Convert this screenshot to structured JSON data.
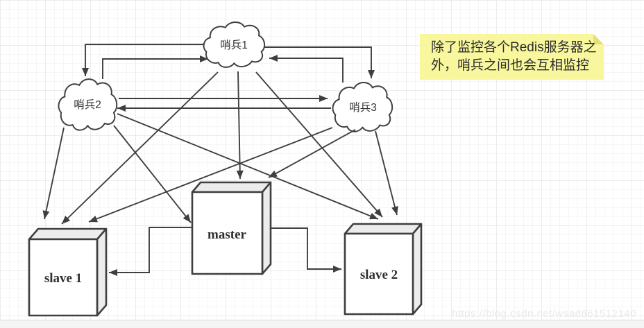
{
  "diagram": {
    "title_hint": "Redis sentinel monitoring topology",
    "nodes": {
      "sentinel1": {
        "label": "哨兵1",
        "type": "cloud"
      },
      "sentinel2": {
        "label": "哨兵2",
        "type": "cloud"
      },
      "sentinel3": {
        "label": "哨兵3",
        "type": "cloud"
      },
      "master": {
        "label": "master",
        "type": "server-box"
      },
      "slave1": {
        "label": "slave 1",
        "type": "server-box"
      },
      "slave2": {
        "label": "slave 2",
        "type": "server-box"
      }
    },
    "edges": [
      {
        "from": "sentinel1",
        "to": "sentinel2"
      },
      {
        "from": "sentinel2",
        "to": "sentinel1"
      },
      {
        "from": "sentinel1",
        "to": "sentinel3"
      },
      {
        "from": "sentinel3",
        "to": "sentinel1"
      },
      {
        "from": "sentinel2",
        "to": "sentinel3"
      },
      {
        "from": "sentinel3",
        "to": "sentinel2"
      },
      {
        "from": "sentinel1",
        "to": "slave1"
      },
      {
        "from": "sentinel1",
        "to": "master"
      },
      {
        "from": "sentinel1",
        "to": "slave2"
      },
      {
        "from": "sentinel2",
        "to": "slave1"
      },
      {
        "from": "sentinel2",
        "to": "master"
      },
      {
        "from": "sentinel2",
        "to": "slave2"
      },
      {
        "from": "sentinel3",
        "to": "slave1"
      },
      {
        "from": "sentinel3",
        "to": "master"
      },
      {
        "from": "sentinel3",
        "to": "slave2"
      },
      {
        "from": "master",
        "to": "slave1"
      },
      {
        "from": "master",
        "to": "slave2"
      }
    ]
  },
  "note": {
    "lines": [
      "除了监控各个Redis服务器之",
      "外，哨兵之间也会互相监控"
    ]
  },
  "watermark": {
    "text": "https://blog.csdn.net/wsad861512140"
  },
  "colors": {
    "line": "#3f3f3f",
    "box-face": "#ececec",
    "box-front": "#ffffff",
    "note-bg": "#f9f79e",
    "note-fold": "#e3e07a",
    "note-text": "#2b2b2b",
    "watermark": "#e9e9e9",
    "grid-minor": "#f6f6f6",
    "grid-major": "#ececec"
  }
}
